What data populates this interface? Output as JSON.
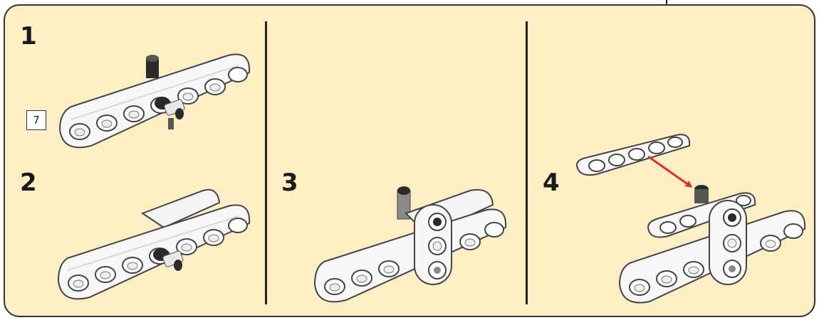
{
  "steps": [
    {
      "number": "1",
      "part_count": "7"
    },
    {
      "number": "2"
    },
    {
      "number": "3"
    },
    {
      "number": "4"
    }
  ],
  "colors": {
    "panel_background": "#fdeec3",
    "beam": "#f7f7f7",
    "beam_outline": "#444444",
    "axle_dark": "#2a2a2a",
    "axle_grey": "#8a8a8a",
    "arrow": "#e0302a"
  },
  "icons": [
    "lego-beam",
    "pin-axle",
    "direction-arrow"
  ]
}
